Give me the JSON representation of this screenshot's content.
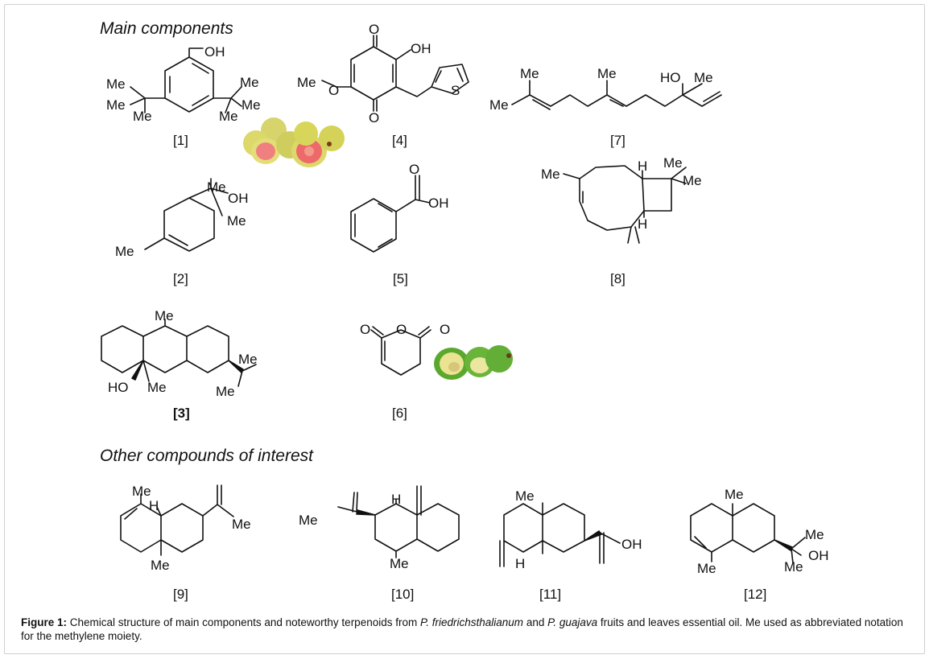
{
  "headings": {
    "main": "Main components",
    "other": "Other compounds of interest"
  },
  "compound_numbers": {
    "c1": "[1]",
    "c2": "[2]",
    "c3": "[3]",
    "c4": "[4]",
    "c5": "[5]",
    "c6": "[6]",
    "c7": "[7]",
    "c8": "[8]",
    "c9": "[9]",
    "c10": "[10]",
    "c11": "[11]",
    "c12": "[12]"
  },
  "atom_labels": {
    "oh": "OH",
    "ho": "HO",
    "me": "Me",
    "o": "O",
    "s": "S",
    "h": "H",
    "meo": "Me"
  },
  "caption": {
    "label": "Figure 1:",
    "part1": " Chemical structure of main components and noteworthy terpenoids from ",
    "species1": "P. friedrichsthalianum",
    "part2": " and ",
    "species2": "P. guajava",
    "part3": " fruits and leaves essential oil. Me used as abbreviated notation for the methylene moiety."
  },
  "colors": {
    "guava_yellow": "#d8d65a",
    "guava_pink_flesh": "#ee6a6a",
    "guava_green": "#5aa82e"
  }
}
